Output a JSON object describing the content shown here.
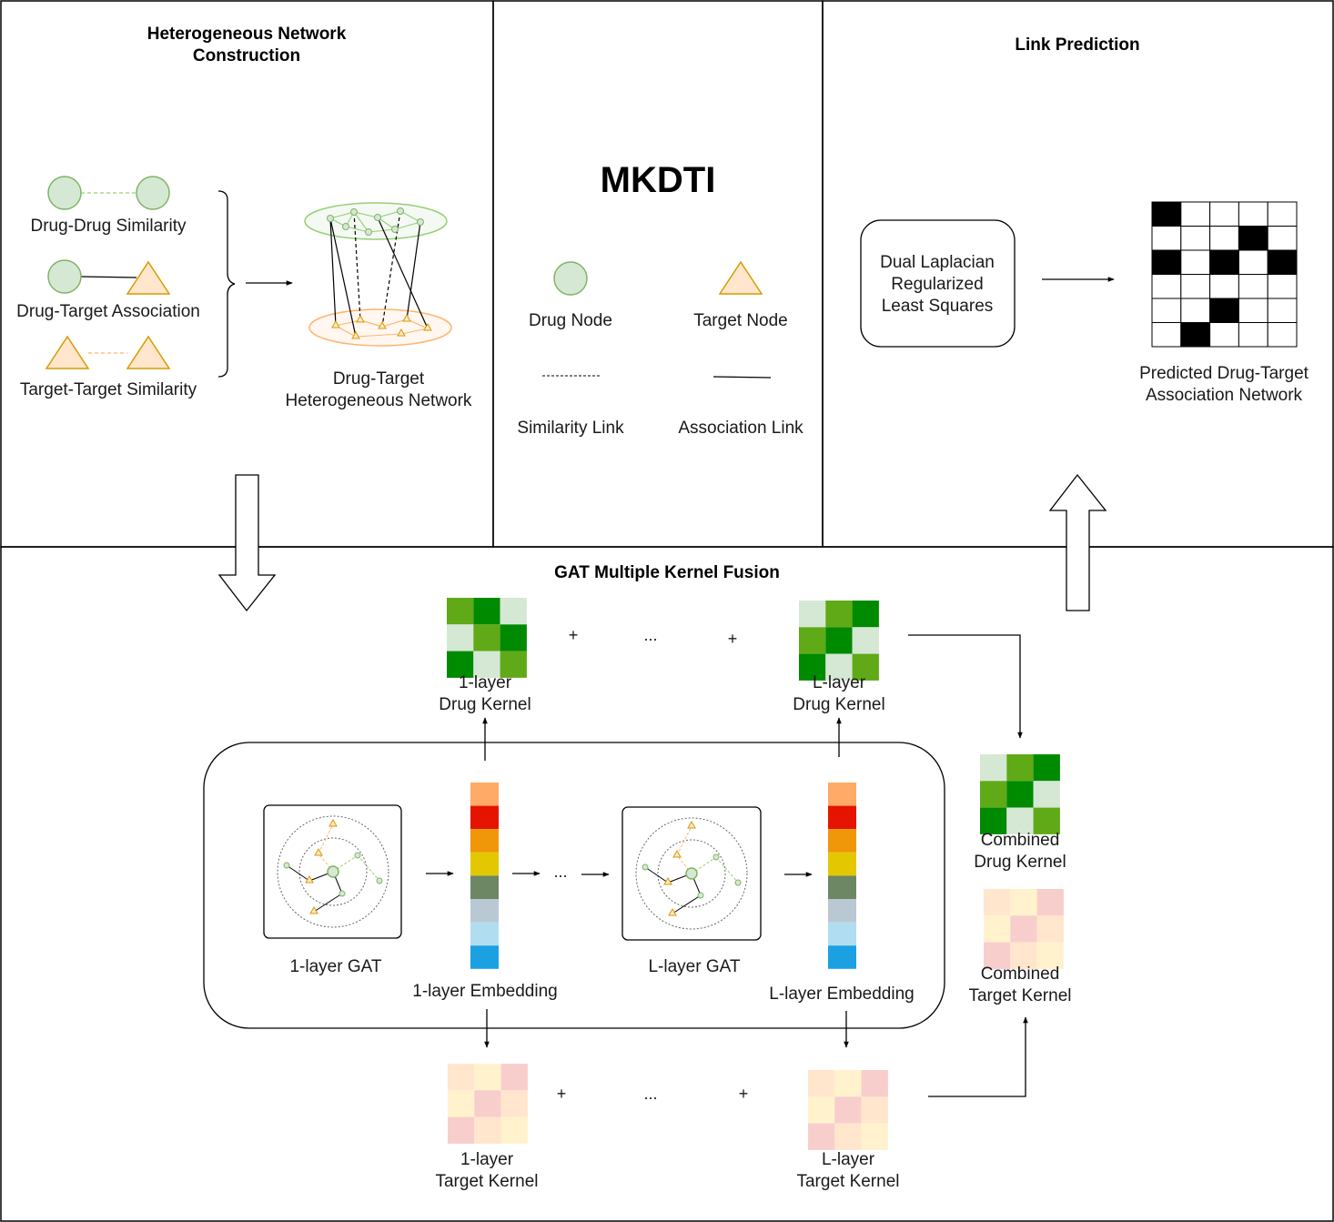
{
  "title": "MKDTI",
  "sections": {
    "construction_title": [
      "Heterogeneous Network",
      "Construction"
    ],
    "prediction_title": "Link Prediction",
    "fusion_title": "GAT Multiple Kernel Fusion"
  },
  "construction": {
    "drug_drug": "Drug-Drug Similarity",
    "drug_target": "Drug-Target Association",
    "target_target": "Target-Target Similarity",
    "network_label": [
      "Drug-Target",
      "Heterogeneous Network"
    ]
  },
  "legend": {
    "drug_node": "Drug Node",
    "target_node": "Target Node",
    "similarity_link": "Similarity Link",
    "association_link": "Association Link"
  },
  "prediction": {
    "method": [
      "Dual Laplacian",
      "Regularized",
      "Least Squares"
    ],
    "output_label": [
      "Predicted Drug-Target",
      "Association Network"
    ],
    "matrix": [
      [
        1,
        0,
        0,
        0,
        0
      ],
      [
        0,
        0,
        0,
        1,
        0
      ],
      [
        1,
        0,
        1,
        0,
        1
      ],
      [
        0,
        0,
        0,
        0,
        0
      ],
      [
        0,
        0,
        1,
        0,
        0
      ],
      [
        0,
        1,
        0,
        0,
        0
      ]
    ]
  },
  "fusion": {
    "drug_kernel_1": [
      "1-layer",
      "Drug Kernel"
    ],
    "drug_kernel_L": [
      "L-layer",
      "Drug Kernel"
    ],
    "target_kernel_1": [
      "1-layer",
      "Target Kernel"
    ],
    "target_kernel_L": [
      "L-layer",
      "Target Kernel"
    ],
    "gat_1": "1-layer GAT",
    "gat_L": "L-layer GAT",
    "embedding_1": "1-layer Embedding",
    "embedding_L": "L-layer Embedding",
    "combined_drug": [
      "Combined",
      "Drug Kernel"
    ],
    "combined_target": [
      "Combined",
      "Target Kernel"
    ],
    "plus": "+",
    "ellipsis": "..."
  },
  "colors": {
    "drug_fill": "#d5e8d4",
    "drug_stroke": "#82b366",
    "target_fill": "#ffe6cc",
    "target_stroke": "#d79b00",
    "net_drug_ring": "#97d077",
    "net_target_ring": "#ffb570",
    "embedding": [
      "#ffaa66",
      "#e51400",
      "#f09609",
      "#e3c800",
      "#6d8764",
      "#bac8d3",
      "#b1ddf0",
      "#1ba1e2"
    ],
    "drug_kernel_1": [
      [
        "#60a917",
        "#008a00",
        "#d5e8d4"
      ],
      [
        "#d5e8d4",
        "#60a917",
        "#008a00"
      ],
      [
        "#008a00",
        "#d5e8d4",
        "#60a917"
      ]
    ],
    "drug_kernel_L": [
      [
        "#d5e8d4",
        "#60a917",
        "#008a00"
      ],
      [
        "#60a917",
        "#008a00",
        "#d5e8d4"
      ],
      [
        "#008a00",
        "#d5e8d4",
        "#60a917"
      ]
    ],
    "drug_kernel_combined": [
      [
        "#d5e8d4",
        "#60a917",
        "#008a00"
      ],
      [
        "#60a917",
        "#008a00",
        "#d5e8d4"
      ],
      [
        "#008a00",
        "#d5e8d4",
        "#60a917"
      ]
    ],
    "target_kernel": [
      [
        "#ffe6cc",
        "#fff2cc",
        "#f8cecc"
      ],
      [
        "#fff2cc",
        "#f8cecc",
        "#ffe6cc"
      ],
      [
        "#f8cecc",
        "#ffe6cc",
        "#fff2cc"
      ]
    ]
  }
}
